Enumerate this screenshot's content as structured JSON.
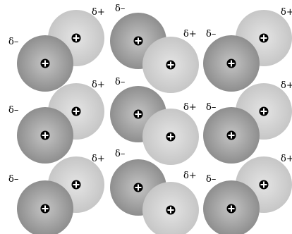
{
  "labels": {
    "partial_negative": "δ–",
    "partial_positive": "δ+"
  },
  "colors": {
    "background": "#ffffff",
    "light_atom_center": "#e4e4e4",
    "light_atom_edge": "#c6c6c6",
    "dark_atom_center": "#c4c4c4",
    "dark_atom_edge": "#8e8e8e",
    "nucleus": "#000000",
    "nucleus_sign": "#ffffff",
    "label_text": "#000000"
  },
  "nucleus_symbol": "plus-in-circle",
  "molecules": [
    {
      "name": "molecule-r1-c1",
      "orientation": "dark-lower-left"
    },
    {
      "name": "molecule-r1-c2",
      "orientation": "dark-upper-left"
    },
    {
      "name": "molecule-r1-c3",
      "orientation": "dark-lower-left"
    },
    {
      "name": "molecule-r2-c1",
      "orientation": "dark-lower-left"
    },
    {
      "name": "molecule-r2-c2",
      "orientation": "dark-upper-left"
    },
    {
      "name": "molecule-r2-c3",
      "orientation": "dark-lower-left"
    },
    {
      "name": "molecule-r3-c1",
      "orientation": "dark-lower-left"
    },
    {
      "name": "molecule-r3-c2",
      "orientation": "dark-upper-left"
    },
    {
      "name": "molecule-r3-c3",
      "orientation": "dark-lower-left"
    }
  ]
}
